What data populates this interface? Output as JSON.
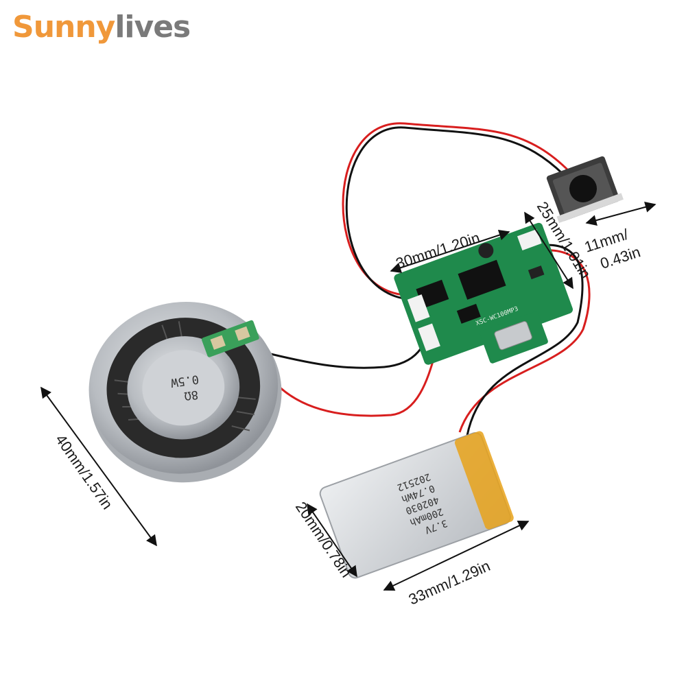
{
  "brand": {
    "part1": "Sunny",
    "part2": "lives",
    "orange": "#f0983a",
    "gray": "#7a7a7a"
  },
  "dimensions": {
    "speaker_diameter": "40mm/1.57in",
    "board_width": "30mm/1.20in",
    "board_height": "25mm/1.01in",
    "button_size_line1": "11mm/",
    "button_size_line2": "0.43in",
    "battery_width": "20mm/0.78in",
    "battery_length": "33mm/1.29in"
  },
  "speaker_label": {
    "line1": "8Ω",
    "line2": "0.5W"
  },
  "board_label": "XSC-WC100MP3",
  "battery_label": {
    "line1": "3.7V",
    "line2": "200mAh",
    "line3": "402030",
    "line4": "0.74Wh",
    "line5": "202512"
  },
  "colors": {
    "pcb": "#1f8a4c",
    "wire_red": "#d81e1e",
    "wire_black": "#111111",
    "battery_tape": "#e8a21a",
    "metal": "#c9ccd0"
  }
}
